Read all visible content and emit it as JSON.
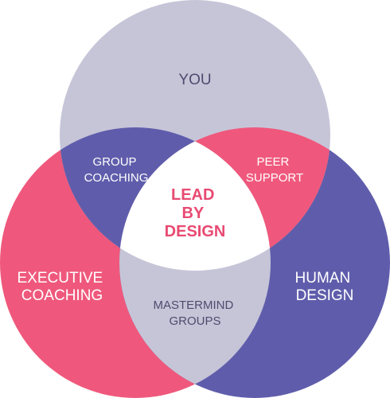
{
  "diagram": {
    "circles": [
      {
        "key": "you",
        "lines": [
          "YOU"
        ],
        "fill": "#c6c5d8",
        "text_color": "#4f4a6e"
      },
      {
        "key": "executive",
        "lines": [
          "EXECUTIVE",
          "COACHING"
        ],
        "fill": "#ef587c",
        "text_color": "#ffffff"
      },
      {
        "key": "human",
        "lines": [
          "HUMAN",
          "DESIGN"
        ],
        "fill": "#5f5dab",
        "text_color": "#ffffff"
      }
    ],
    "overlaps": [
      {
        "key": "group",
        "lines": [
          "GROUP",
          "COACHING"
        ],
        "fill": "#5f5dab",
        "text_color": "#ffffff"
      },
      {
        "key": "peer",
        "lines": [
          "PEER",
          "SUPPORT"
        ],
        "fill": "#ef587c",
        "text_color": "#ffffff"
      },
      {
        "key": "mastermind",
        "lines": [
          "MASTERMIND",
          "GROUPS"
        ],
        "fill": "#c6c5d8",
        "text_color": "#4f4a6e"
      }
    ],
    "center": {
      "lines": [
        "LEAD",
        "BY",
        "DESIGN"
      ],
      "fill": "#ffffff",
      "text_color": "#e84a72"
    }
  }
}
